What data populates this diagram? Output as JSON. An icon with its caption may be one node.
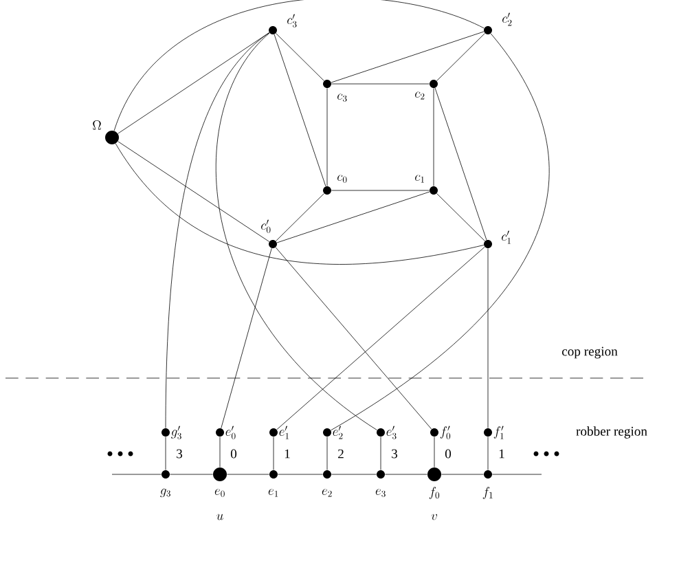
{
  "diagram": {
    "nodes": [
      {
        "text": [
          "\\Omega"
        ]
      },
      {
        "text": [
          "c_3'"
        ]
      },
      {
        "text": [
          "c_2'"
        ]
      },
      {
        "text": [
          "c_3"
        ]
      },
      {
        "text": [
          "c_2"
        ]
      },
      {
        "text": [
          "c_0"
        ]
      },
      {
        "text": [
          "c_1"
        ]
      },
      {
        "text": [
          "c_0'"
        ]
      },
      {
        "text": [
          "c_1'"
        ]
      },
      {
        "text": [
          "g_3'"
        ]
      },
      {
        "text": [
          "e_0'"
        ]
      },
      {
        "text": [
          "e_1'"
        ]
      },
      {
        "text": [
          "e_2'"
        ]
      },
      {
        "text": [
          "e_3'"
        ]
      },
      {
        "text": [
          "f_0'"
        ]
      },
      {
        "text": [
          "f_1'"
        ]
      },
      {
        "text": [
          "g_3"
        ]
      },
      {
        "text": [
          "e_0"
        ],
        "beside": [
          "u"
        ]
      },
      {
        "text": [
          "e_1"
        ]
      },
      {
        "text": [
          "e_2"
        ]
      },
      {
        "text": [
          "e_3"
        ]
      },
      {
        "text": [
          "f_0"
        ],
        "beside": [
          "v"
        ]
      },
      {
        "text": [
          "f_1"
        ]
      }
    ],
    "edges": [
      {
        "from": 0,
        "to": 1,
        "arrow": "none"
      },
      {
        "from": 0,
        "to": 2,
        "arrow": "none"
      },
      {
        "from": 0,
        "to": 7,
        "arrow": "none"
      },
      {
        "from": 0,
        "to": 8,
        "arrow": "none"
      },
      {
        "from": 1,
        "to": 3,
        "arrow": "none"
      },
      {
        "from": 1,
        "to": 5,
        "arrow": "none"
      },
      {
        "from": 1,
        "to": 9,
        "arrow": "none"
      },
      {
        "from": 1,
        "to": 13,
        "arrow": "none"
      },
      {
        "from": 2,
        "to": 3,
        "arrow": "none"
      },
      {
        "from": 2,
        "to": 4,
        "arrow": "none"
      },
      {
        "from": 2,
        "to": 12,
        "arrow": "none"
      },
      {
        "from": 3,
        "to": 4,
        "arrow": "none"
      },
      {
        "from": 4,
        "to": 6,
        "arrow": "none"
      },
      {
        "from": 6,
        "to": 5,
        "arrow": "none"
      },
      {
        "from": 5,
        "to": 3,
        "arrow": "none"
      },
      {
        "from": 4,
        "to": 8,
        "arrow": "none"
      },
      {
        "from": 6,
        "to": 8,
        "arrow": "none"
      },
      {
        "from": 6,
        "to": 7,
        "arrow": "none"
      },
      {
        "from": 5,
        "to": 7,
        "arrow": "none"
      },
      {
        "from": 7,
        "to": 10,
        "arrow": "none"
      },
      {
        "from": 7,
        "to": 14,
        "arrow": "none"
      },
      {
        "from": 8,
        "to": 11,
        "arrow": "none"
      },
      {
        "from": 8,
        "to": 15,
        "arrow": "none"
      },
      {
        "from": 9,
        "to": 16,
        "arrow": "none",
        "label": "3"
      },
      {
        "from": 10,
        "to": 17,
        "arrow": "none",
        "label": "0"
      },
      {
        "from": 11,
        "to": 18,
        "arrow": "none",
        "label": "1"
      },
      {
        "from": 12,
        "to": 19,
        "arrow": "none",
        "label": "2"
      },
      {
        "from": 13,
        "to": 20,
        "arrow": "none",
        "label": "3"
      },
      {
        "from": 14,
        "to": 21,
        "arrow": "none",
        "label": "0"
      },
      {
        "from": 15,
        "to": 22,
        "arrow": "none",
        "label": "1"
      },
      {
        "from": null,
        "to": 16,
        "arrow": "none"
      },
      {
        "from": 16,
        "to": 17,
        "arrow": "none"
      },
      {
        "from": 17,
        "to": 18,
        "arrow": "none"
      },
      {
        "from": 18,
        "to": 19,
        "arrow": "none"
      },
      {
        "from": 19,
        "to": 20,
        "arrow": "none"
      },
      {
        "from": 20,
        "to": 21,
        "arrow": "none"
      },
      {
        "from": 21,
        "to": 22,
        "arrow": "none"
      },
      {
        "from": 22,
        "to": null,
        "arrow": "none"
      }
    ],
    "labels": [
      "cop region",
      "robber region"
    ]
  }
}
